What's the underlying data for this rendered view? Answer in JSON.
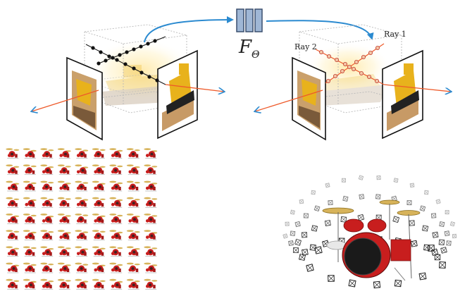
{
  "diagram": {
    "network_label": "F",
    "network_subscript": "Θ",
    "ray1_label": "Ray 1",
    "ray2_label": "Ray 2"
  },
  "palette": {
    "arrow_blue": "#2b8ad0",
    "ray_red": "#ee5a2a",
    "network_fill": "#9fb7d6",
    "network_stroke": "#3a4f6e",
    "sample_dark": "#111111",
    "sample_light": "#f3c6a6",
    "glow": "#ffe08a",
    "bulldozer": "#e8b21c",
    "drum_red": "#c81e1e"
  },
  "panels": {
    "thumbnail_grid": {
      "rows": 9,
      "cols": 9
    },
    "camera_dome": {
      "description_icon": "camera-frustum-icon"
    }
  }
}
